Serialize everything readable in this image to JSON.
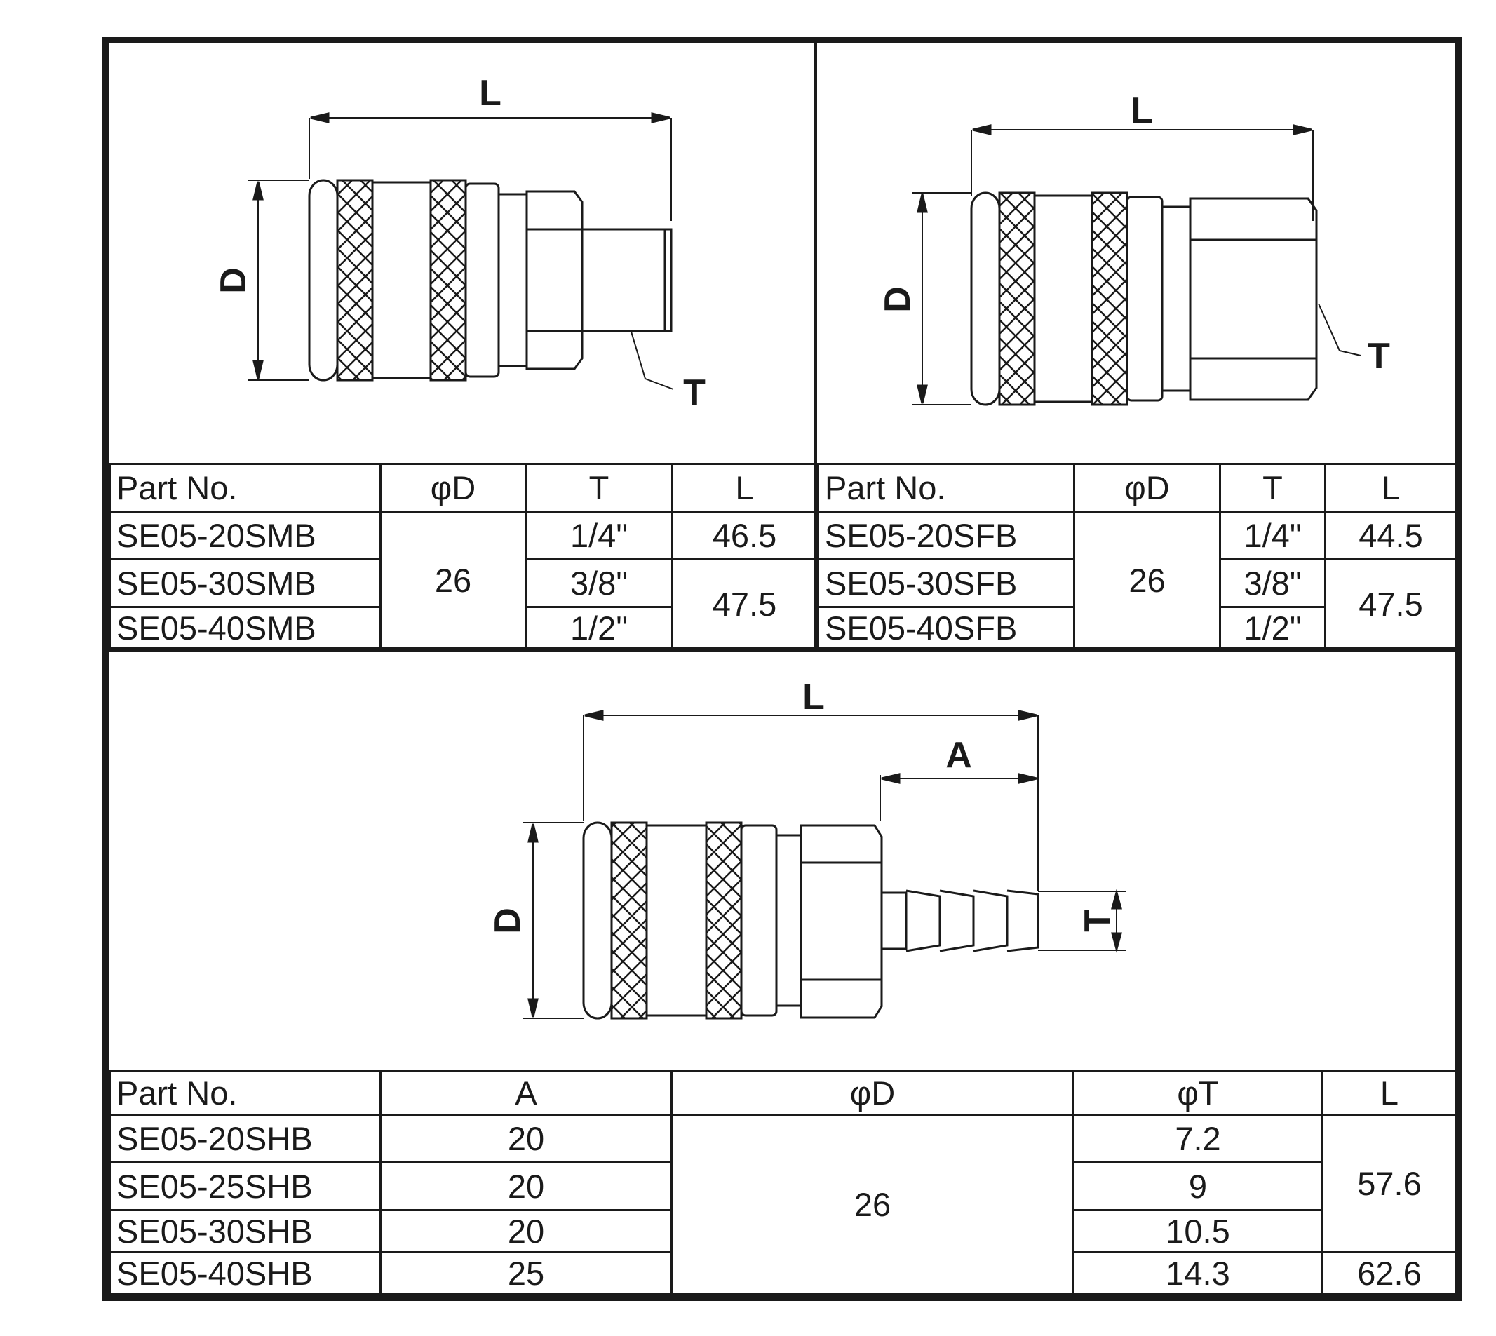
{
  "tables": {
    "smb": {
      "headers": [
        "Part No.",
        "φD",
        "T",
        "L"
      ],
      "rows": [
        {
          "part": "SE05-20SMB",
          "t": "1/4\"",
          "l": "46.5"
        },
        {
          "part": "SE05-30SMB",
          "t": "3/8\""
        },
        {
          "part": "SE05-40SMB",
          "t": "1/2\""
        }
      ],
      "d": "26",
      "l_merged": "47.5"
    },
    "sfb": {
      "headers": [
        "Part No.",
        "φD",
        "T",
        "L"
      ],
      "rows": [
        {
          "part": "SE05-20SFB",
          "t": "1/4\"",
          "l": "44.5"
        },
        {
          "part": "SE05-30SFB",
          "t": "3/8\""
        },
        {
          "part": "SE05-40SFB",
          "t": "1/2\""
        }
      ],
      "d": "26",
      "l_merged": "47.5"
    },
    "shb": {
      "headers": [
        "Part No.",
        "A",
        "φD",
        "φT",
        "L"
      ],
      "rows": [
        {
          "part": "SE05-20SHB",
          "a": "20",
          "t": "7.2"
        },
        {
          "part": "SE05-25SHB",
          "a": "20",
          "t": "9"
        },
        {
          "part": "SE05-30SHB",
          "a": "20",
          "t": "10.5"
        },
        {
          "part": "SE05-40SHB",
          "a": "25",
          "t": "14.3",
          "l": "62.6"
        }
      ],
      "d": "26",
      "l_merged": "57.6"
    }
  },
  "drawings": {
    "smb": {
      "l_label": "L",
      "d_label": "D",
      "t_label": "T"
    },
    "sfb": {
      "l_label": "L",
      "d_label": "D",
      "t_label": "T"
    },
    "shb": {
      "l_label": "L",
      "a_label": "A",
      "d_label": "D",
      "t_label": "T"
    }
  }
}
